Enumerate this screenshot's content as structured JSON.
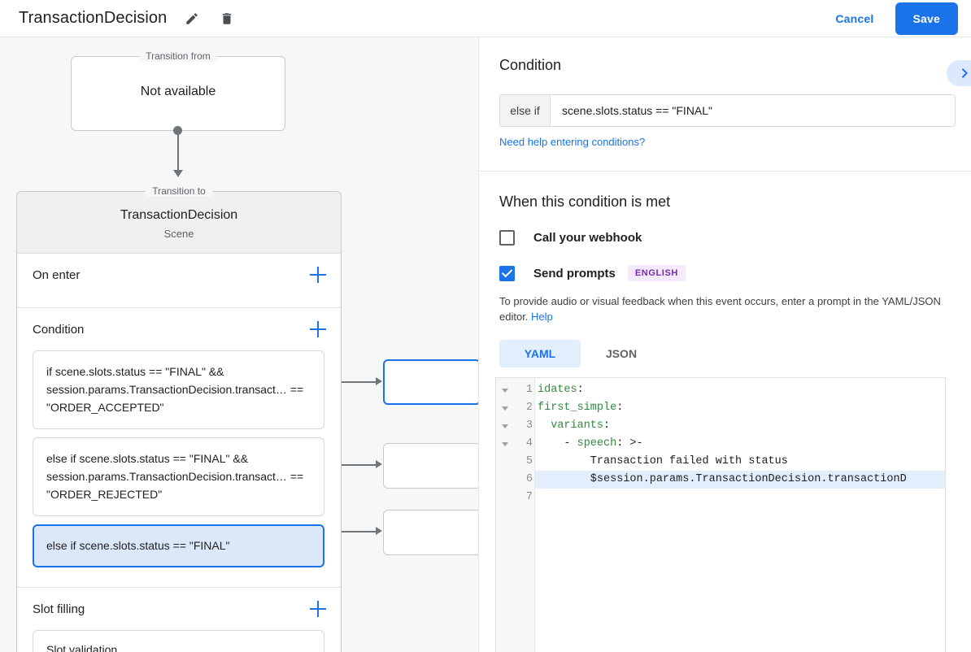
{
  "header": {
    "title": "TransactionDecision",
    "edit_icon": "pencil-icon",
    "delete_icon": "trash-icon",
    "cancel_label": "Cancel",
    "save_label": "Save"
  },
  "canvas": {
    "transition_from": {
      "legend": "Transition from",
      "value": "Not available"
    },
    "transition_to": {
      "legend": "Transition to",
      "name": "TransactionDecision",
      "type": "Scene"
    },
    "sections": [
      {
        "title": "On enter",
        "add_icon": "plus-icon",
        "items": []
      },
      {
        "title": "Condition",
        "add_icon": "plus-icon",
        "items": [
          {
            "text": "if scene.slots.status == \"FINAL\" && session.params.TransactionDecision.transact… == \"ORDER_ACCEPTED\"",
            "selected": false
          },
          {
            "text": "else if scene.slots.status == \"FINAL\" && session.params.TransactionDecision.transact… == \"ORDER_REJECTED\"",
            "selected": false
          },
          {
            "text": "else if scene.slots.status == \"FINAL\"",
            "selected": true
          }
        ]
      },
      {
        "title": "Slot filling",
        "add_icon": "plus-icon",
        "items": [
          {
            "text": "Slot validation",
            "selected": false
          }
        ]
      }
    ]
  },
  "panel": {
    "condition_section": {
      "title": "Condition",
      "expand_icon": "chevron-right-icon",
      "prefix": "else if",
      "value": "scene.slots.status == \"FINAL\"",
      "help_link": "Need help entering conditions?"
    },
    "when_met_section": {
      "title": "When this condition is met",
      "webhook": {
        "label": "Call your webhook",
        "checked": false
      },
      "prompts": {
        "label": "Send prompts",
        "checked": true,
        "badge": "ENGLISH"
      },
      "description": "To provide audio or visual feedback when this event occurs, enter a prompt in the YAML/JSON editor.",
      "help_label": "Help",
      "tabs": [
        {
          "label": "YAML",
          "active": true
        },
        {
          "label": "JSON",
          "active": false
        }
      ],
      "editor": {
        "lines": [
          {
            "num": "1",
            "fold": true,
            "highlight": false,
            "tokens": [
              {
                "t": "idates",
                "c": "k"
              },
              {
                "t": ":",
                "c": "p"
              }
            ]
          },
          {
            "num": "2",
            "fold": true,
            "highlight": false,
            "tokens": [
              {
                "t": "first_simple",
                "c": "k"
              },
              {
                "t": ":",
                "c": "p"
              }
            ]
          },
          {
            "num": "3",
            "fold": true,
            "highlight": false,
            "tokens": [
              {
                "t": "  variants",
                "c": "k"
              },
              {
                "t": ":",
                "c": "p"
              }
            ]
          },
          {
            "num": "4",
            "fold": true,
            "highlight": false,
            "tokens": [
              {
                "t": "    - ",
                "c": "p"
              },
              {
                "t": "speech",
                "c": "k"
              },
              {
                "t": ": >-",
                "c": "p"
              }
            ]
          },
          {
            "num": "5",
            "fold": false,
            "highlight": false,
            "tokens": [
              {
                "t": "        Transaction failed with status",
                "c": "p"
              }
            ]
          },
          {
            "num": "6",
            "fold": false,
            "highlight": true,
            "tokens": [
              {
                "t": "        $session.params.TransactionDecision.transactionD",
                "c": "p"
              }
            ]
          },
          {
            "num": "7",
            "fold": false,
            "highlight": false,
            "tokens": [
              {
                "t": "",
                "c": "p"
              }
            ]
          }
        ]
      }
    }
  },
  "colors": {
    "accent": "#1a73e8",
    "selected_bg": "#dbe8f9",
    "badge_bg": "#f5e9fc",
    "badge_fg": "#7b29ad",
    "canvas_bg": "#f6f7f9",
    "yaml_key": "#2e8b3d"
  }
}
